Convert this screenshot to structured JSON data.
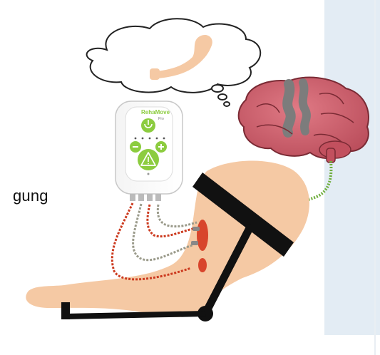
{
  "caption": {
    "text": "gung"
  },
  "device": {
    "brand_line1": "RehaMove",
    "brand_line2": "Pro"
  },
  "colors": {
    "skin": "#f5c9a4",
    "brain": "#d26370",
    "brain_active": "#7c7c7c",
    "device_green": "#8ccc3f",
    "cable_red": "#cc3a1f",
    "cable_gray": "#9a9a8a",
    "electrode_red": "#d8452c",
    "nerve_green": "#6fae3d",
    "orthosis": "#111111",
    "panel": "#e3ecf4"
  },
  "icons": [
    "power-icon",
    "minus-icon",
    "plus-icon",
    "warning-icon",
    "thought-bubble-icon",
    "brain-icon",
    "arm-icon",
    "orthosis-icon"
  ]
}
